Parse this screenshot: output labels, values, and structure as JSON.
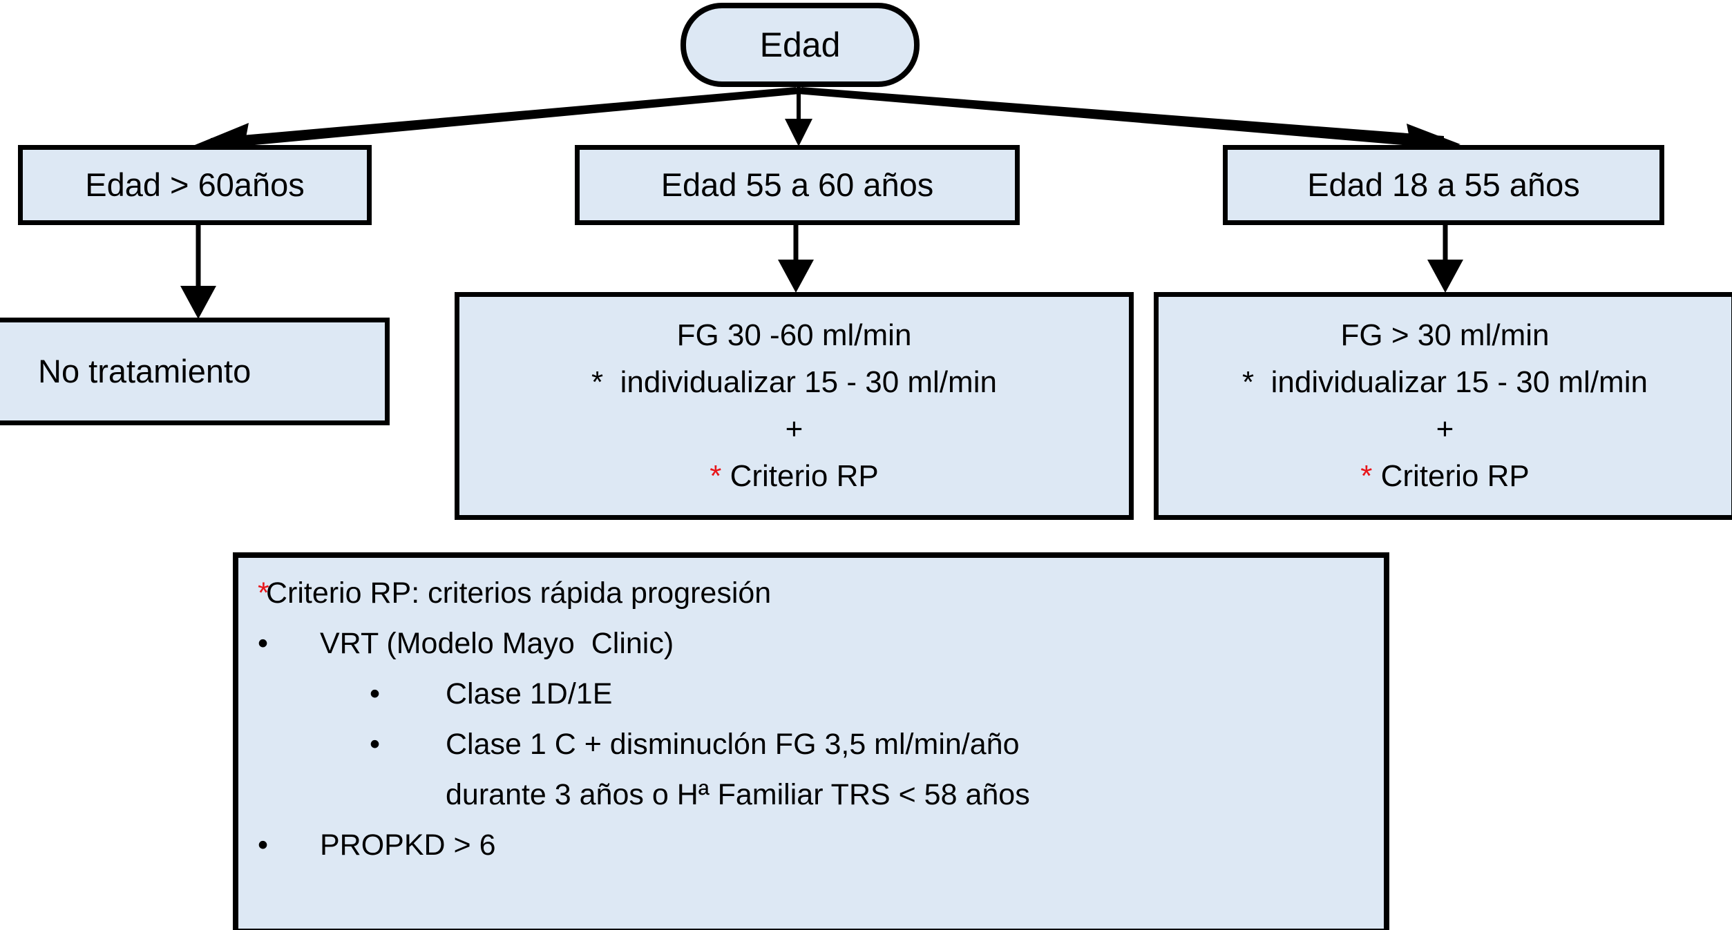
{
  "diagram": {
    "title_node": {
      "label": "Edad"
    },
    "decisions": [
      {
        "id": "age-over-60",
        "label": "Edad > 60años"
      },
      {
        "id": "age-55-60",
        "label": "Edad 55 a 60 años"
      },
      {
        "id": "age-18-55",
        "label": "Edad 18 a 55 años"
      }
    ],
    "outcomes": {
      "no_treatment": {
        "label": "No tratamiento"
      },
      "fg_30_60": {
        "line1": "FG 30 -60 ml/min",
        "line2_asterisk": "*",
        "line2": "  individualizar 15 - 30 ml/min",
        "line3": "+",
        "line4_asterisk": "*",
        "line4": " Criterio RP"
      },
      "fg_over_30": {
        "line1": "FG > 30 ml/min",
        "line2_asterisk": "*",
        "line2": "  individualizar 15 - 30 ml/min",
        "line3": "+",
        "line4_asterisk": "*",
        "line4": " Criterio RP"
      }
    },
    "legend": {
      "asterisk": "*",
      "heading": " Criterio RP: criterios rápida progresión",
      "items": [
        {
          "bullet": "•",
          "text": "VRT (Modelo Mayo  Clinic)",
          "level": 1
        },
        {
          "bullet": "•",
          "text": "Clase 1D/1E",
          "level": 2
        },
        {
          "bullet": "•",
          "text": "Clase 1 C + disminuclón FG 3,5 ml/min/año",
          "level": 2
        },
        {
          "bullet": "",
          "text": "durante 3 años o Hª Familiar TRS < 58 años",
          "level": 3
        },
        {
          "bullet": "•",
          "text": "PROPKD > 6",
          "level": 1
        }
      ]
    },
    "colors": {
      "node_fill": "#dde8f4",
      "node_border": "#000000",
      "asterisk_red": "#e8161a",
      "background": "#ffffff"
    }
  }
}
